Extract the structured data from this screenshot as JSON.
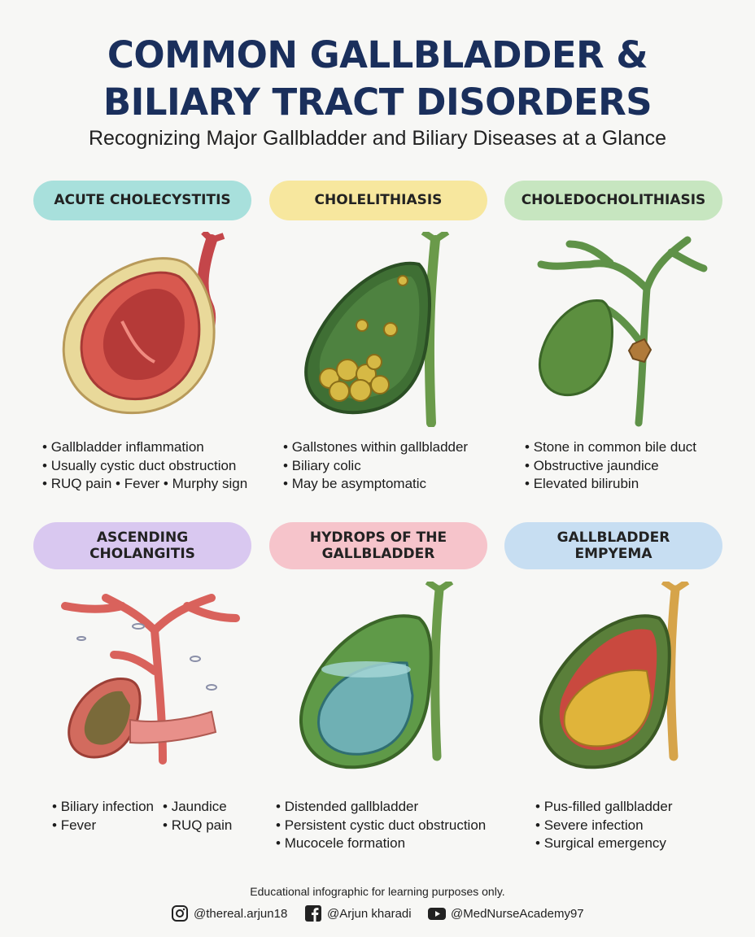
{
  "header": {
    "title_line1": "COMMON GALLBLADDER &",
    "title_line2": "BILIARY TRACT DISORDERS",
    "subtitle": "Recognizing Major Gallbladder and Biliary Diseases at a Glance"
  },
  "cards": [
    {
      "title": "ACUTE CHOLECYSTITIS",
      "bullets": [
        "Gallbladder inflammation",
        "Usually cystic duct obstruction",
        "RUQ pain • Fever • Murphy sign"
      ],
      "color": "#a8e0dc"
    },
    {
      "title": "CHOLELITHIASIS",
      "bullets": [
        "Gallstones within gallbladder",
        "Biliary colic",
        "May be asymptomatic"
      ],
      "color": "#f7e79e"
    },
    {
      "title": "CHOLEDOCHOLITHIASIS",
      "bullets": [
        "Stone in common bile duct",
        "Obstructive jaundice",
        "Elevated bilirubin"
      ],
      "color": "#c7e6c0"
    },
    {
      "title_line1": "ASCENDING",
      "title_line2": "CHOLANGITIS",
      "bullets_left": [
        "Biliary infection",
        "Fever"
      ],
      "bullets_right": [
        "Jaundice",
        "RUQ pain"
      ],
      "color": "#d9c8f0"
    },
    {
      "title_line1": "HYDROPS OF THE",
      "title_line2": "GALLBLADDER",
      "bullets": [
        "Distended gallbladder",
        "Persistent cystic duct obstruction",
        "Mucocele formation"
      ],
      "color": "#f6c4cb"
    },
    {
      "title_line1": "GALLBLADDER",
      "title_line2": "EMPYEMA",
      "bullets": [
        "Pus-filled gallbladder",
        "Severe infection",
        "Surgical emergency"
      ],
      "color": "#c7def2"
    }
  ],
  "footer": {
    "note": "Educational infographic for learning purposes only.",
    "instagram": "@thereal.arjun18",
    "facebook": "@Arjun kharadi",
    "youtube": "@MedNurseAcademy97"
  },
  "icons": [
    "instagram-icon",
    "facebook-icon",
    "youtube-icon"
  ]
}
